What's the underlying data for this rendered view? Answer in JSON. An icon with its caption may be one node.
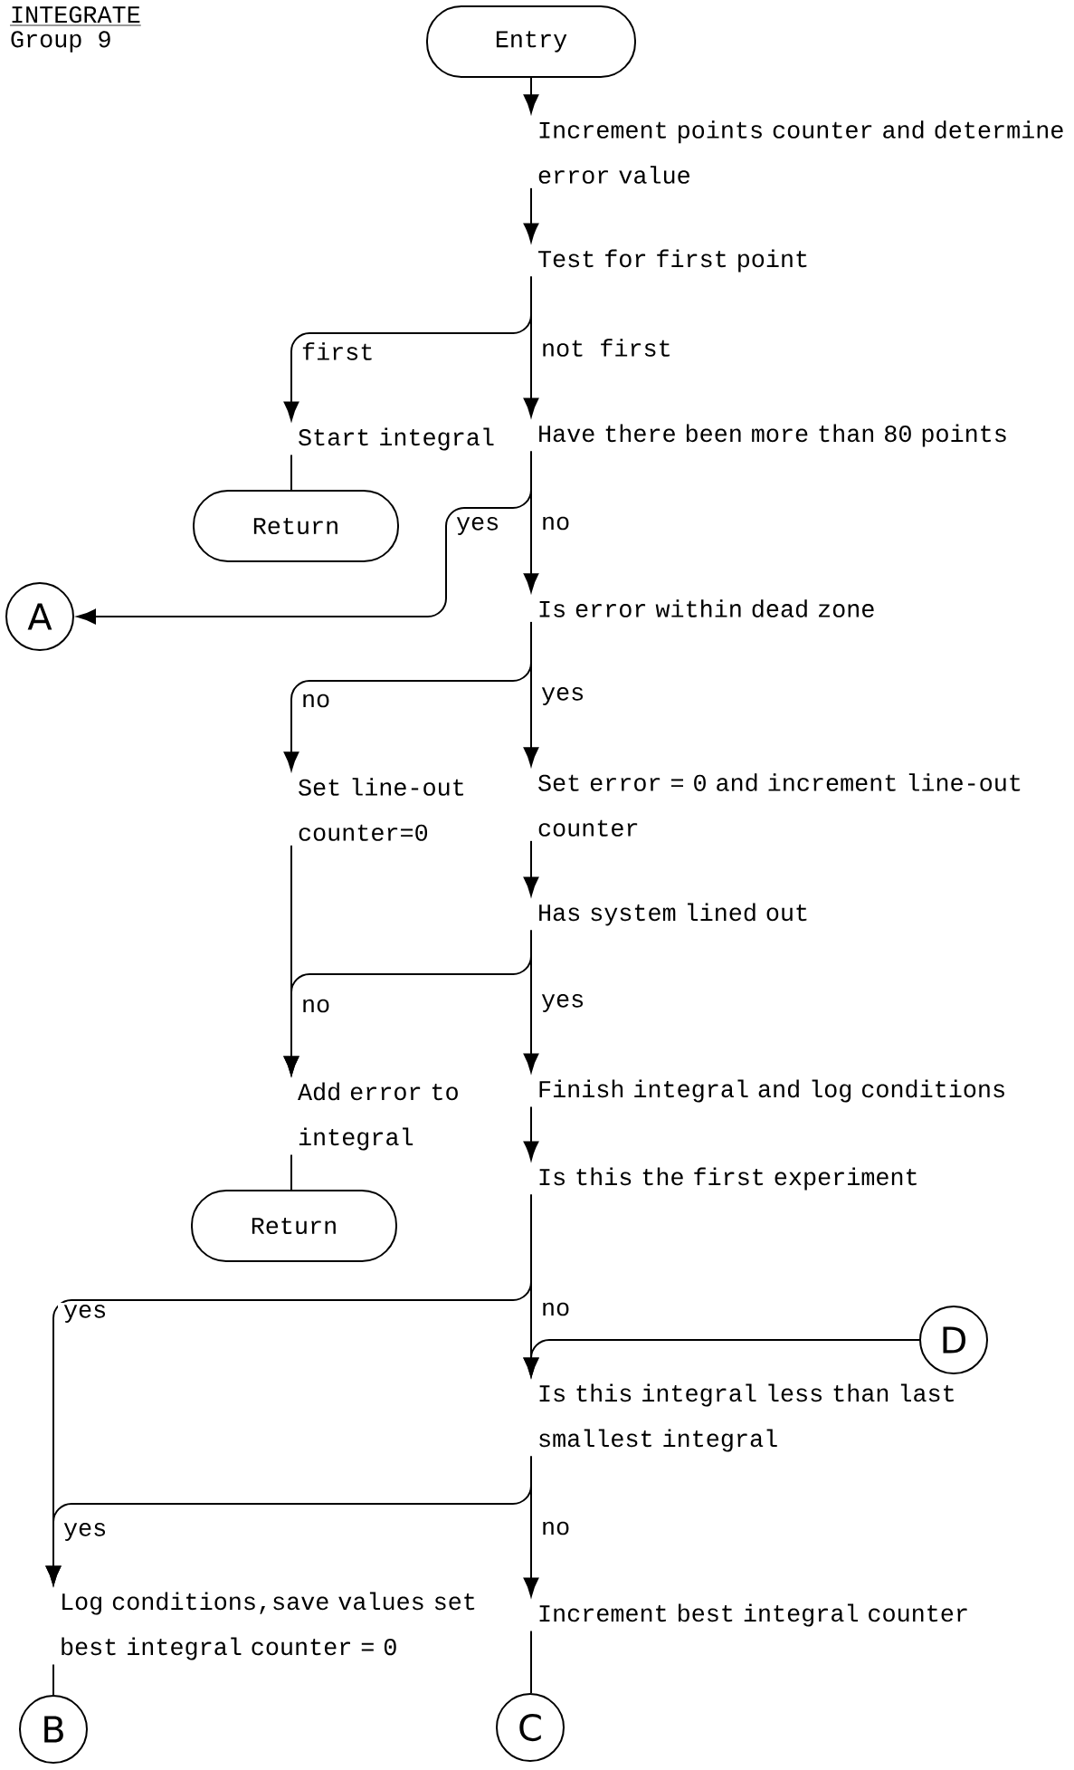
{
  "diagram": {
    "title": "INTEGRATE",
    "nodes": [
      {
        "text": [
          "Entry"
        ]
      },
      {
        "text": [
          "Increment points counter and determine error value"
        ]
      },
      {
        "text": [
          "Test for first point"
        ]
      },
      {
        "text": [
          "Start integral"
        ]
      },
      {
        "text": [
          "Return"
        ]
      },
      {
        "text": [
          "Have there been more than 80 points"
        ]
      },
      {
        "text": [
          "A"
        ]
      },
      {
        "text": [
          "Is error within dead zone"
        ]
      },
      {
        "text": [
          "Set line-out counter=0"
        ]
      },
      {
        "text": [
          "Set error = 0 and increment line-out counter"
        ]
      },
      {
        "text": [
          "Has system lined out"
        ]
      },
      {
        "text": [
          "Add error to integral"
        ]
      },
      {
        "text": [
          "Return"
        ]
      },
      {
        "text": [
          "Finish integral and log conditions"
        ]
      },
      {
        "text": [
          "Is this the first experiment"
        ]
      },
      {
        "text": [
          "D"
        ]
      },
      {
        "text": [
          "Is this integral less than last smallest integral"
        ]
      },
      {
        "text": [
          "Log conditions,save values set best integral counter = 0"
        ]
      },
      {
        "text": [
          "B"
        ]
      },
      {
        "text": [
          "Increment best integral counter"
        ]
      },
      {
        "text": [
          "C"
        ]
      }
    ],
    "edges": [
      {
        "from": 0,
        "to": 1,
        "arrow": "to"
      },
      {
        "from": 1,
        "to": 2,
        "arrow": "to"
      },
      {
        "from": 2,
        "to": 3,
        "label": "first",
        "arrow": "to"
      },
      {
        "from": 2,
        "to": 5,
        "label": "not first",
        "arrow": "to"
      },
      {
        "from": 3,
        "to": 4,
        "arrow": "none"
      },
      {
        "from": 5,
        "to": 6,
        "label": "yes",
        "arrow": "to"
      },
      {
        "from": 5,
        "to": 7,
        "label": "no",
        "arrow": "to"
      },
      {
        "from": 7,
        "to": 8,
        "label": "no",
        "arrow": "to"
      },
      {
        "from": 7,
        "to": 9,
        "label": "yes",
        "arrow": "to"
      },
      {
        "from": 8,
        "to": 11,
        "arrow": "to"
      },
      {
        "from": 9,
        "to": 10,
        "arrow": "to"
      },
      {
        "from": 10,
        "to": 11,
        "label": "no",
        "arrow": "to"
      },
      {
        "from": 10,
        "to": 13,
        "label": "yes",
        "arrow": "to"
      },
      {
        "from": 11,
        "to": 12,
        "arrow": "none"
      },
      {
        "from": 13,
        "to": 14,
        "arrow": "to"
      },
      {
        "from": 14,
        "to": 17,
        "label": "yes",
        "arrow": "to"
      },
      {
        "from": 14,
        "to": 16,
        "label": "no",
        "arrow": "to"
      },
      {
        "from": 15,
        "to": 16,
        "arrow": "to"
      },
      {
        "from": 16,
        "to": 17,
        "label": "yes",
        "arrow": "to"
      },
      {
        "from": 16,
        "to": 19,
        "label": "no",
        "arrow": "to"
      },
      {
        "from": 17,
        "to": 18,
        "arrow": "none"
      },
      {
        "from": 19,
        "to": 20,
        "arrow": "none"
      }
    ],
    "labels": [
      "Group 9"
    ]
  }
}
